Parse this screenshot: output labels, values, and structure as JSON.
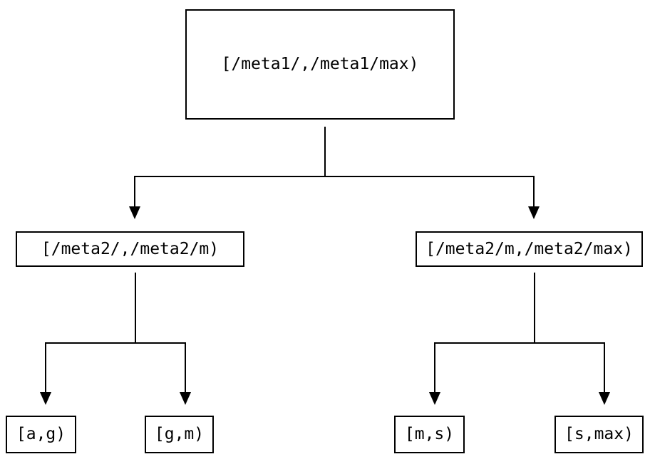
{
  "diagram": {
    "type": "tree",
    "description": "Two-level range partition tree",
    "colors": {
      "background": "#ffffff",
      "line": "#000000",
      "text": "#000000"
    },
    "nodes": {
      "root": {
        "label": "[/meta1/,/meta1/max)"
      },
      "l2_left": {
        "label": "[/meta2/,/meta2/m)"
      },
      "l2_right": {
        "label": "[/meta2/m,/meta2/max)"
      },
      "leaf_ag": {
        "label": "[a,g)"
      },
      "leaf_gm": {
        "label": "[g,m)"
      },
      "leaf_ms": {
        "label": "[m,s)"
      },
      "leaf_smax": {
        "label": "[s,max)"
      }
    },
    "edges": [
      {
        "from": "root",
        "to": "l2_left"
      },
      {
        "from": "root",
        "to": "l2_right"
      },
      {
        "from": "l2_left",
        "to": "leaf_ag"
      },
      {
        "from": "l2_left",
        "to": "leaf_gm"
      },
      {
        "from": "l2_right",
        "to": "leaf_ms"
      },
      {
        "from": "l2_right",
        "to": "leaf_smax"
      }
    ]
  }
}
